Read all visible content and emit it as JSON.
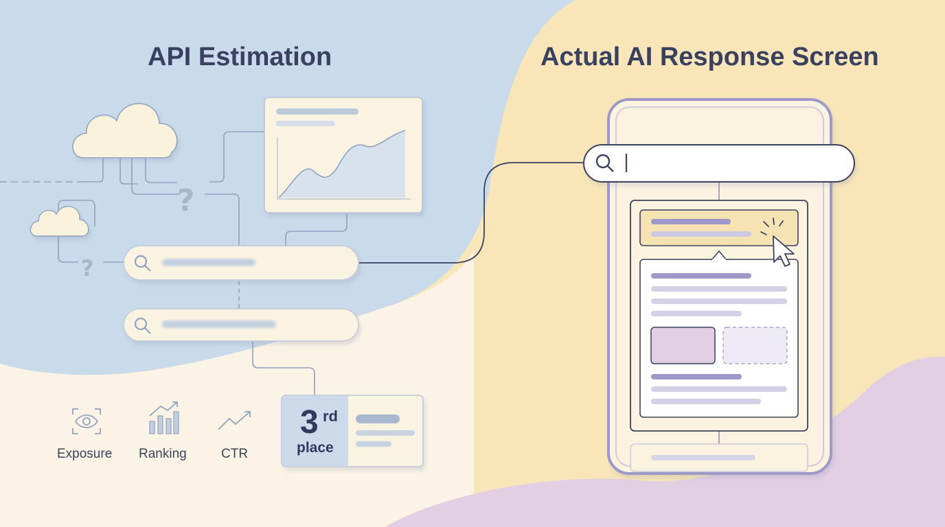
{
  "titles": {
    "left": "API Estimation",
    "right": "Actual AI Response Screen"
  },
  "metrics": [
    {
      "label": "Exposure",
      "icon": "eye-icon"
    },
    {
      "label": "Ranking",
      "icon": "bar-chart-icon"
    },
    {
      "label": "CTR",
      "icon": "trend-line-icon"
    }
  ],
  "rank_card": {
    "number": "3",
    "suffix": "rd",
    "word": "place"
  },
  "colors": {
    "left_background": "#c9daea",
    "right_background": "#f8e6b8",
    "cream": "#fbf4e6",
    "lavender_accent": "#9c98c8",
    "highlight_yellow": "#f6e3b4",
    "title_text": "#3a4060"
  },
  "icons": [
    "cloud-icon",
    "question-mark-icon",
    "search-icon",
    "cursor-icon",
    "click-burst-icon"
  ]
}
